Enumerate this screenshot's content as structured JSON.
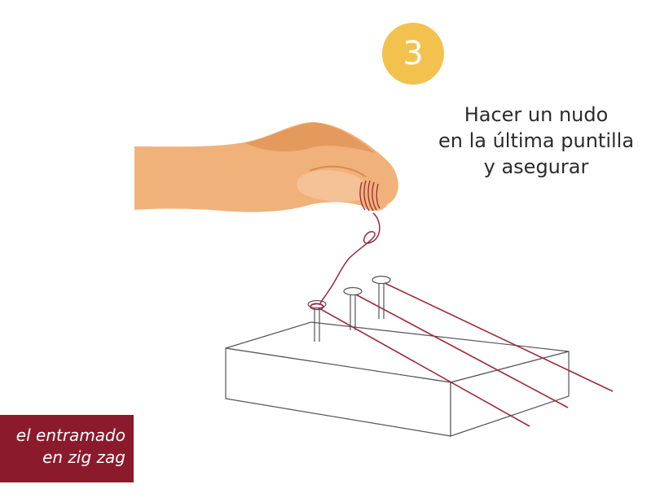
{
  "step": {
    "number": "3"
  },
  "instruction": {
    "lines": [
      "Hacer un nudo",
      "en la última puntilla",
      "y asegurar"
    ]
  },
  "caption": {
    "lines": [
      "el entramado",
      "en zig zag"
    ]
  },
  "colors": {
    "badge": "#f2c14e",
    "thread": "#8b1a2d",
    "skin": "#f0b27a",
    "caption_bg": "#8b1a2d"
  },
  "icons": {
    "illustration": "hand-tying-thread-on-nails-illustration"
  }
}
